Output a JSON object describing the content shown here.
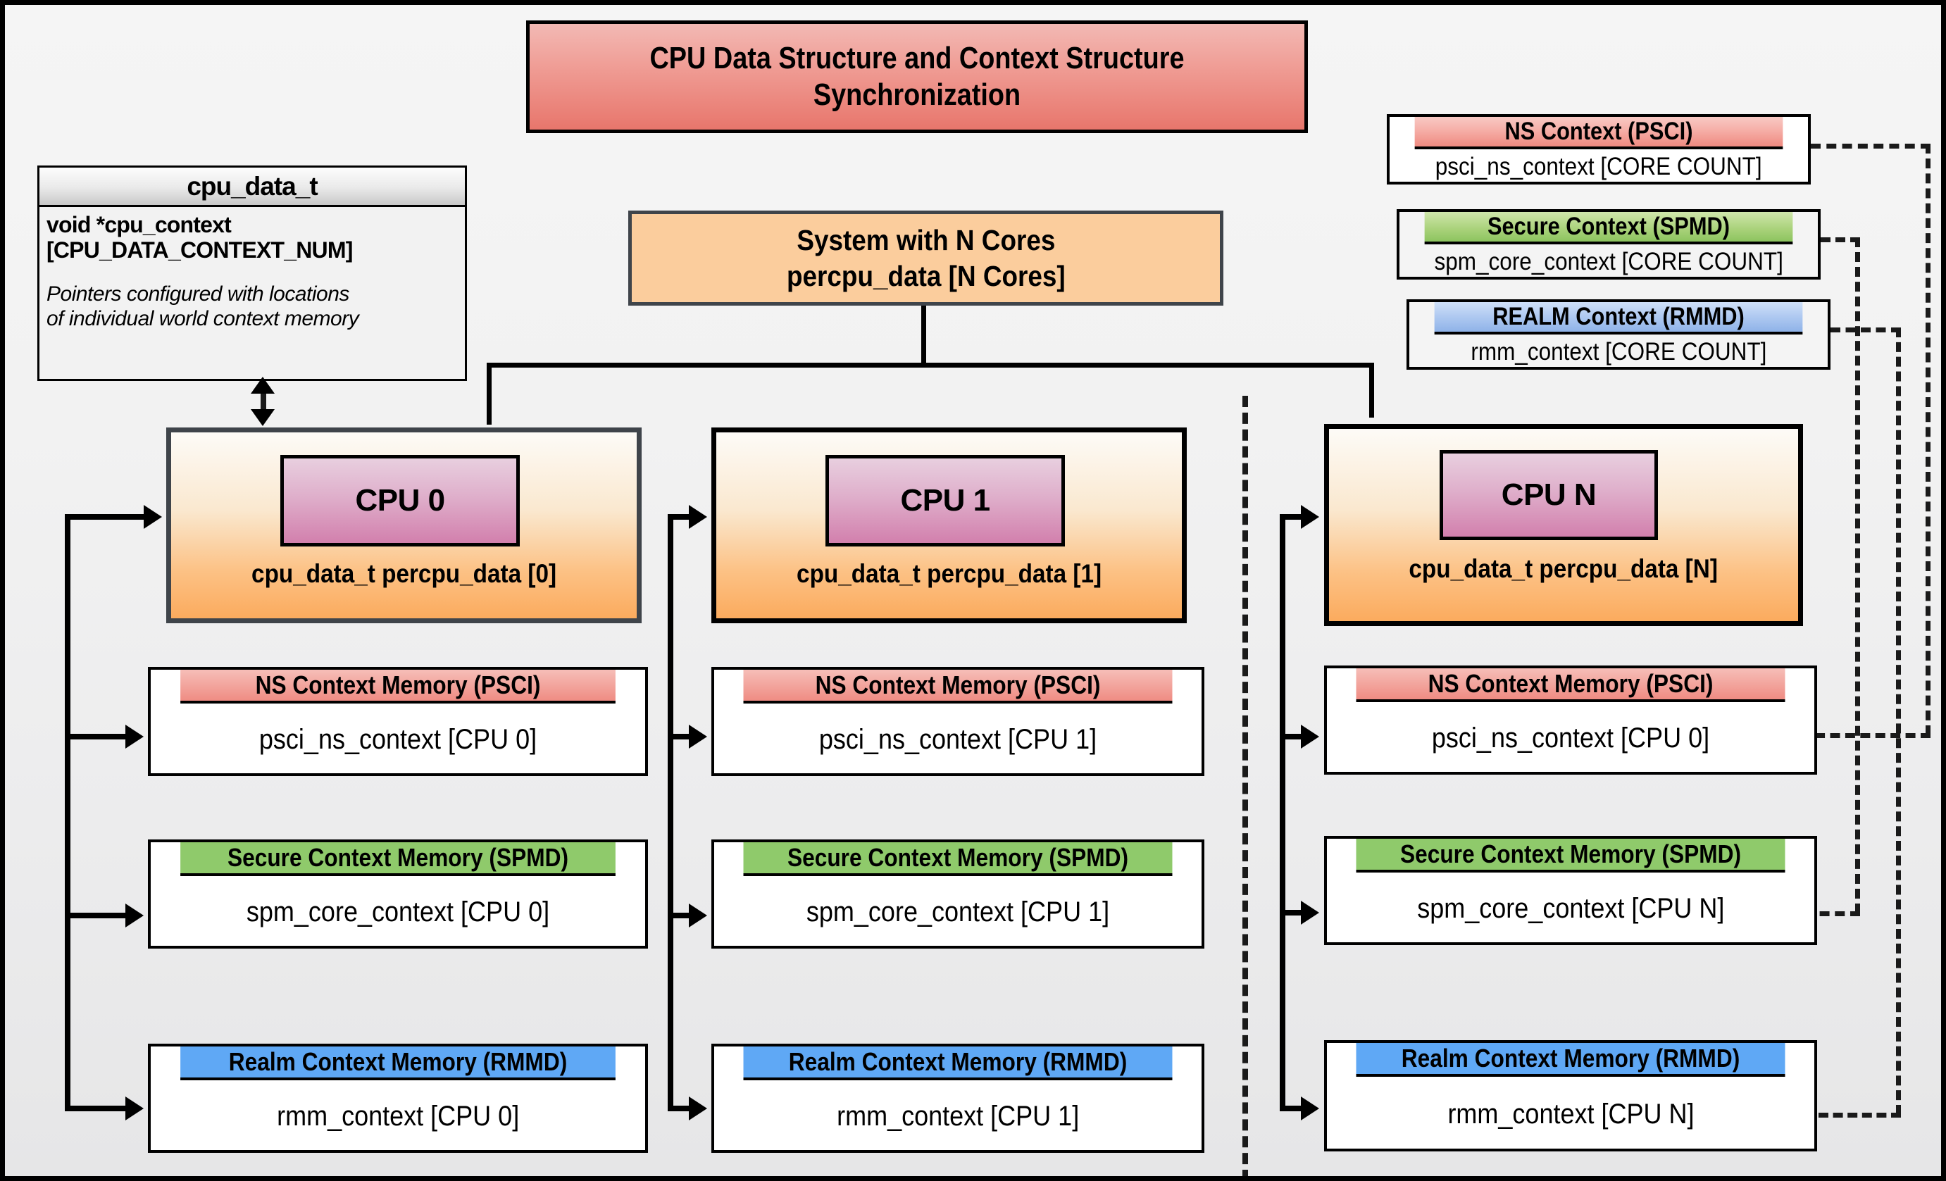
{
  "diagram": {
    "title": "CPU Data Structure and Context Structure Synchronization",
    "system": {
      "line1": "System with N Cores",
      "line2": "percpu_data [N Cores]"
    },
    "struct": {
      "name": "cpu_data_t",
      "field_line1": "void  *cpu_context",
      "field_line2": "[CPU_DATA_CONTEXT_NUM]",
      "note_line1": "Pointers configured with locations",
      "note_line2": "of individual world context memory"
    },
    "global_contexts": [
      {
        "header": "NS Context  (PSCI)",
        "body": "psci_ns_context [CORE COUNT]",
        "color": "#ef8a80"
      },
      {
        "header": "Secure Context (SPMD)",
        "body": "spm_core_context [CORE COUNT]",
        "color": "#8cc45f"
      },
      {
        "header": "REALM Context (RMMD)",
        "body": "rmm_context [CORE COUNT]",
        "color": "#8fb3e8"
      }
    ],
    "cpu_columns": [
      {
        "chip": "CPU 0",
        "card_label": "cpu_data_t percpu_data [0]",
        "contexts": [
          {
            "header": "NS Context Memory (PSCI)",
            "body": "psci_ns_context [CPU 0]"
          },
          {
            "header": "Secure Context Memory (SPMD)",
            "body": "spm_core_context [CPU 0]"
          },
          {
            "header": "Realm Context Memory (RMMD)",
            "body": "rmm_context [CPU 0]"
          }
        ]
      },
      {
        "chip": "CPU 1",
        "card_label": "cpu_data_t percpu_data [1]",
        "contexts": [
          {
            "header": "NS Context Memory (PSCI)",
            "body": "psci_ns_context [CPU 1]"
          },
          {
            "header": "Secure Context Memory (SPMD)",
            "body": "spm_core_context [CPU 1]"
          },
          {
            "header": "Realm Context Memory (RMMD)",
            "body": "rmm_context [CPU 1]"
          }
        ]
      },
      {
        "chip": "CPU N",
        "card_label": "cpu_data_t percpu_data [N]",
        "contexts": [
          {
            "header": "NS Context Memory (PSCI)",
            "body": "psci_ns_context [CPU 0]"
          },
          {
            "header": "Secure Context Memory (SPMD)",
            "body": "spm_core_context [CPU N]"
          },
          {
            "header": "Realm Context Memory (RMMD)",
            "body": "rmm_context [CPU N]"
          }
        ]
      }
    ],
    "colors": {
      "ns_red": "#ef8a80",
      "secure_green": "#8cc45f",
      "realm_blue": "#5fa8f5",
      "cpu_orange": "#fbab5e",
      "chip_pink": "#d280ad",
      "system_orange": "#fbcd9d",
      "border_black": "#000000",
      "border_gray": "#3f444a"
    }
  }
}
